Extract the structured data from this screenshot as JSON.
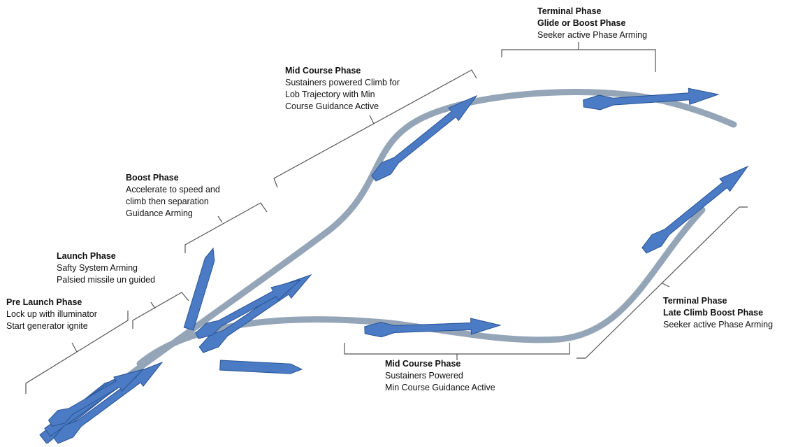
{
  "colors": {
    "trajectory": "#95a5b8",
    "missile_fill": "#4a7bc4",
    "missile_stroke": "#2a5394",
    "bracket": "#555555",
    "text": "#111111"
  },
  "phases": {
    "pre_launch": {
      "title": "Pre Launch Phase",
      "lines": [
        "Lock up with illuminator",
        "Start generator ignite"
      ]
    },
    "launch": {
      "title": "Launch Phase",
      "lines": [
        "Safty System Arming",
        "Palsied missile un guided"
      ]
    },
    "boost": {
      "title": "Boost Phase",
      "lines": [
        "Accelerate to speed and",
        "climb then separation",
        "Guidance Arming"
      ]
    },
    "mid_course_upper": {
      "title": "Mid Course Phase",
      "lines": [
        "Sustainers powered Climb for",
        "Lob Trajectory with Min",
        "Course Guidance Active"
      ]
    },
    "terminal_upper": {
      "title": "Terminal Phase",
      "title2": "Glide or Boost Phase",
      "lines": [
        "Seeker active Phase Arming"
      ]
    },
    "mid_course_lower": {
      "title": "Mid Course Phase",
      "lines": [
        "Sustainers Powered",
        "Min Course Guidance Active"
      ]
    },
    "terminal_lower": {
      "title": "Terminal Phase",
      "title2": "Late Climb Boost Phase",
      "lines": [
        "Seeker active Phase Arming"
      ]
    }
  }
}
